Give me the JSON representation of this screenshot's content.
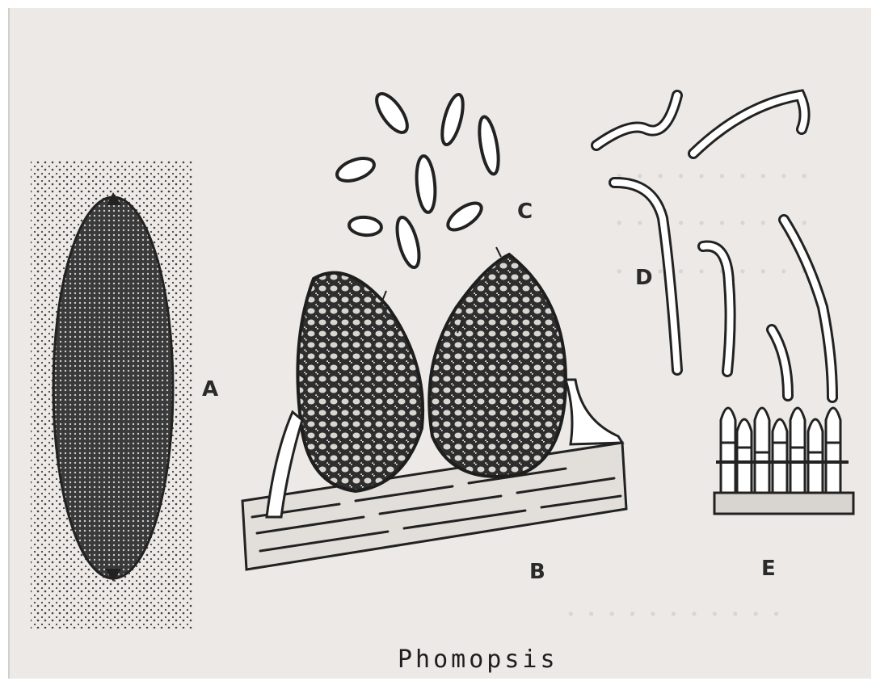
{
  "labels": {
    "a": "A",
    "b": "B",
    "c": "C",
    "d": "D",
    "e": "E"
  },
  "caption": "Phomopsis",
  "colors": {
    "ink": "#222222",
    "paper": "#ece9e6"
  }
}
